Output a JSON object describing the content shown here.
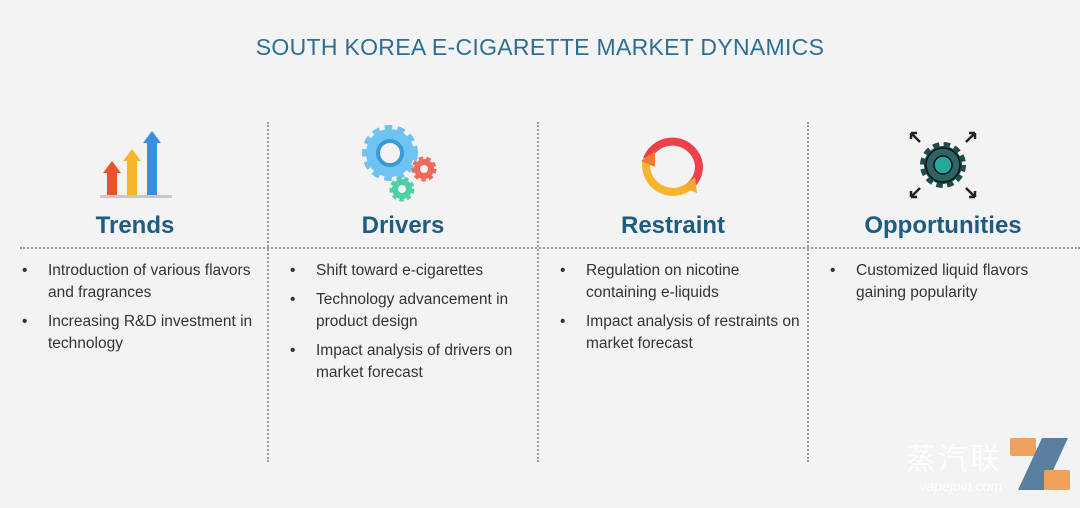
{
  "title": "SOUTH KOREA E-CIGARETTE MARKET DYNAMICS",
  "columns": [
    {
      "heading": "Trends",
      "icon": "bar-arrows-icon",
      "items": [
        "Introduction of various flavors and fragrances",
        "Increasing R&D investment in technology"
      ]
    },
    {
      "heading": "Drivers",
      "icon": "gears-icon",
      "items": [
        "Shift toward e-cigarettes",
        "Technology advancement in product design",
        "Impact analysis of drivers on market forecast"
      ]
    },
    {
      "heading": "Restraint",
      "icon": "cycle-arrows-icon",
      "items": [
        "Regulation on nicotine containing e-liquids",
        "Impact analysis of restraints on market forecast"
      ]
    },
    {
      "heading": "Opportunities",
      "icon": "expand-gear-icon",
      "items": [
        "Customized liquid flavors gaining popularity"
      ]
    }
  ],
  "watermark": {
    "cn": "蒸汽联",
    "en": "vapejoin.com"
  },
  "colors": {
    "title": "#2c6f93",
    "heading": "#1e5d82"
  }
}
